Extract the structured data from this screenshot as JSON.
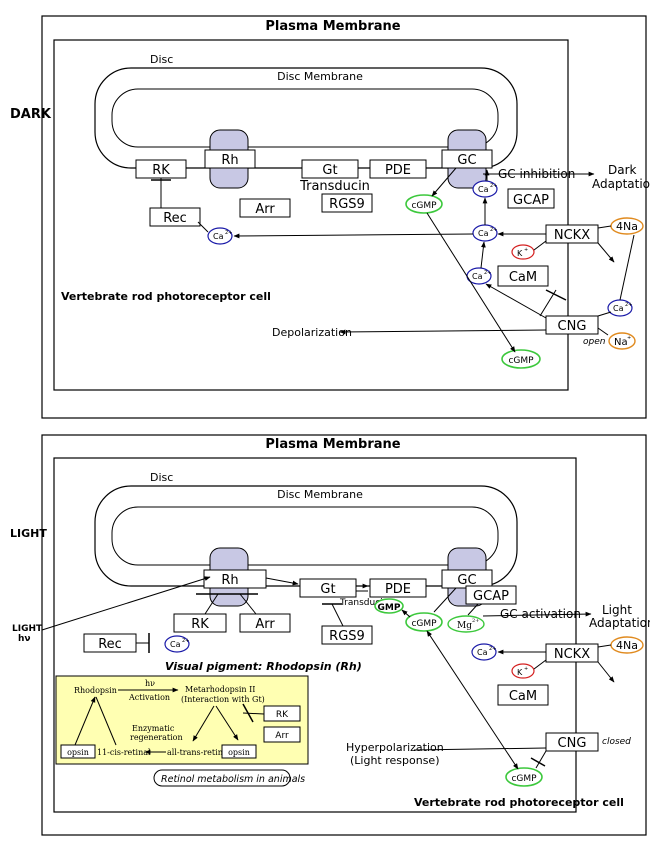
{
  "dark": {
    "state_label": "DARK",
    "plasma_membrane": "Plasma Membrane",
    "disc": "Disc",
    "disc_membrane": "Disc Membrane",
    "rk": "RK",
    "rh": "Rh",
    "gt": "Gt",
    "pde": "PDE",
    "gc": "GC",
    "transducin": "Transducin",
    "rec": "Rec",
    "arr": "Arr",
    "rgs9": "RGS9",
    "cgmp": "cGMP",
    "ca": "Ca",
    "ca_sup": "2+",
    "gcap": "GCAP",
    "nckx": "NCKX",
    "cam": "CaM",
    "cng": "CNG",
    "k": "K",
    "k_sup": "+",
    "na4": "4Na",
    "na": "Na",
    "na_sup": "+",
    "open": "open",
    "gc_inhibition": "GC inhibition",
    "adaptation_1": "Dark",
    "adaptation_2": "Adaptation",
    "depolarization": "Depolarization",
    "cell_title": "Vertebrate rod photoreceptor cell"
  },
  "light": {
    "state_label": "LIGHT",
    "plasma_membrane": "Plasma Membrane",
    "disc": "Disc",
    "disc_membrane": "Disc Membrane",
    "rh": "Rh",
    "gt": "Gt",
    "pde": "PDE",
    "gc": "GC",
    "transducin": "Transducin",
    "rk": "RK",
    "arr": "Arr",
    "rgs9": "RGS9",
    "rec": "Rec",
    "gmp": "GMP",
    "cgmp": "cGMP",
    "gcap": "GCAP",
    "mg": "Mg",
    "mg_sup": "2+",
    "ca": "Ca",
    "ca_sup": "2+",
    "nckx": "NCKX",
    "k": "K",
    "k_sup": "+",
    "na4": "4Na",
    "cam": "CaM",
    "cng": "CNG",
    "closed": "closed",
    "gc_activation": "GC activation",
    "adaptation_1": "Light",
    "adaptation_2": "Adaptation",
    "light_hv_1": "LIGHT",
    "light_hv_2": "hν",
    "visual_pigment": "Visual pigment: Rhodopsin (Rh)",
    "hyperpolarization_1": "Hyperpolarization",
    "hyperpolarization_2": "(Light response)",
    "cell_title": "Vertebrate rod photoreceptor cell",
    "retinol": {
      "rhodopsin": "Rhodopsin",
      "hv": "hν",
      "activation": "Activation",
      "metarhodopsin_1": "Metarhodopsin II",
      "metarhodopsin_2": "(Interaction with Gt)",
      "rk": "RK",
      "arr": "Arr",
      "enzymatic_1": "Enzymatic",
      "enzymatic_2": "regeneration",
      "opsin": "opsin",
      "cis_retinal": "11-cis-retinal",
      "trans_retinal": "all-trans-retinal",
      "caption": "Retinol metabolism in animals"
    }
  },
  "colors": {
    "pigment_fill": "#c8c8e4",
    "ca_stroke": "#1a1aa8",
    "cgmp_stroke": "#3cc83c",
    "na_stroke": "#e08a1e",
    "k_stroke": "#d42020",
    "retinol_fill": "#ffffb2"
  }
}
